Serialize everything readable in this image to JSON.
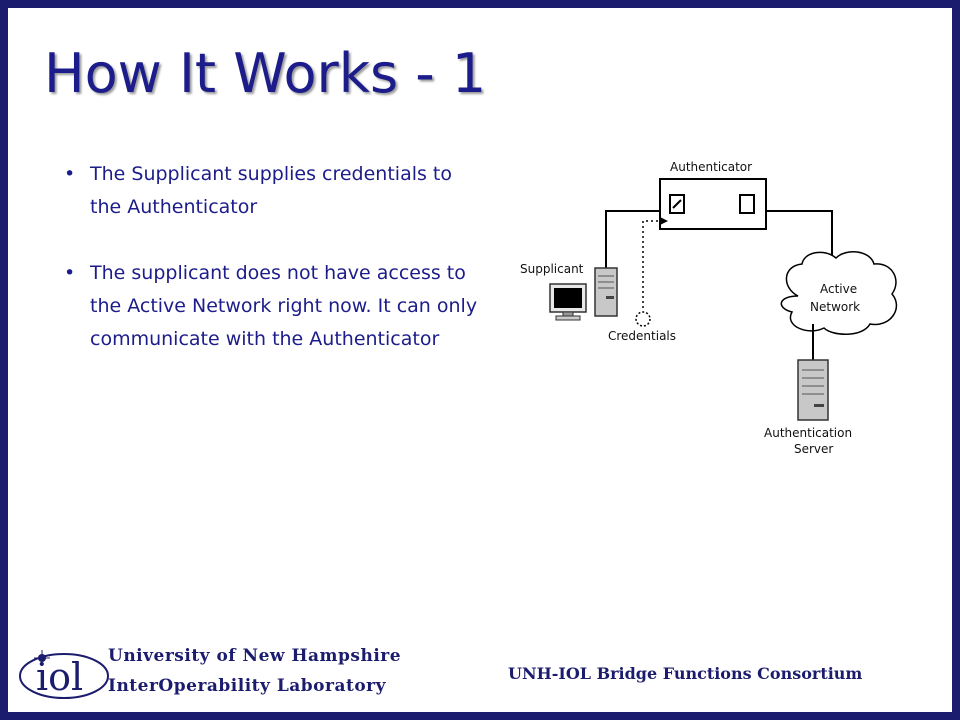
{
  "slide": {
    "title": "How It Works - 1",
    "bullets": [
      "The Supplicant supplies credentials to the Authenticator",
      "The supplicant does not have access to the Active Network right now. It can only communicate with the Authenticator"
    ]
  },
  "diagram": {
    "authenticator_label": "Authenticator",
    "supplicant_label": "Supplicant",
    "credentials_label": "Credentials",
    "cloud_label_line1": "Active",
    "cloud_label_line2": "Network",
    "auth_server_line1": "Authentication",
    "auth_server_line2": "Server"
  },
  "footer": {
    "logo_text": "iol",
    "org_line1": "University of New Hampshire",
    "org_line2": "InterOperability Laboratory",
    "consortium": "UNH-IOL Bridge Functions Consortium"
  },
  "colors": {
    "frame": "#1c1c6e",
    "title": "#1c1c8a",
    "text": "#1c1c8a"
  }
}
